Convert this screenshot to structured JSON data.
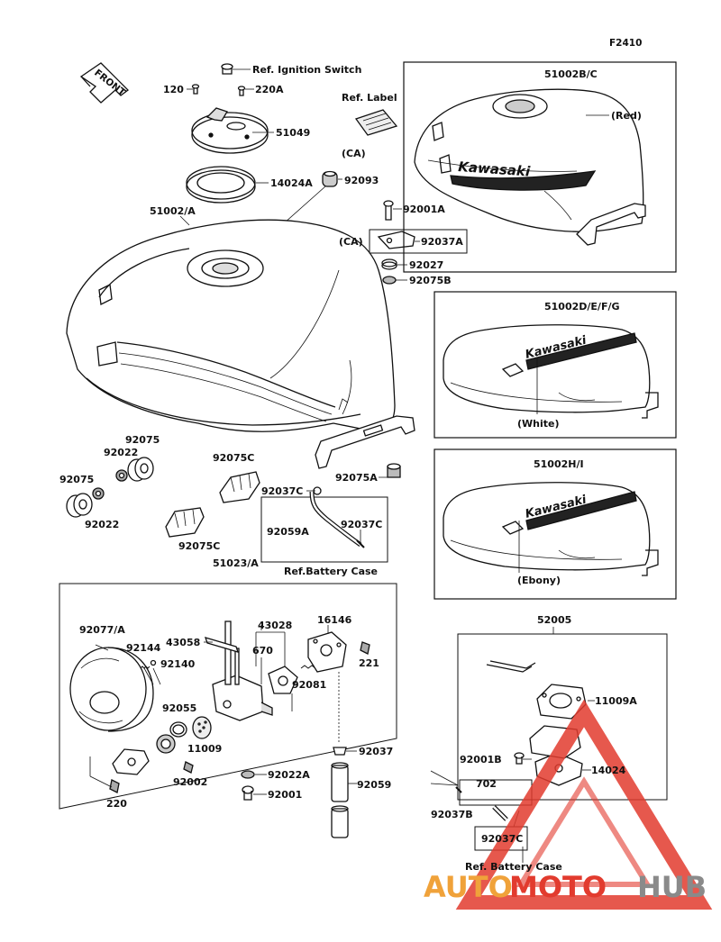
{
  "figure_code": "F2410",
  "front_label": "FRONT",
  "part_labels": {
    "ref_ignition_switch": "Ref. Ignition Switch",
    "p120": "120",
    "p220A": "220A",
    "ref_label": "Ref. Label",
    "p51049": "51049",
    "ca_upper": "(CA)",
    "p14024A": "14024A",
    "p92093": "92093",
    "p51002A": "51002/A",
    "p92001A": "92001A",
    "ca_lower": "(CA)",
    "p92037A": "92037A",
    "p92027": "92027",
    "p92075B": "92075B",
    "p92075_a": "92075",
    "p92022_a": "92022",
    "p92075_b": "92075",
    "p92022_b": "92022",
    "p92075C_a": "92075C",
    "p92075C_b": "92075C",
    "p92037C_a": "92037C",
    "p92075A": "92075A",
    "p92059A": "92059A",
    "p92037C_b": "92037C",
    "ref_battery_case_a": "Ref.Battery Case",
    "p51023A": "51023/A",
    "p92077A": "92077/A",
    "p92144": "92144",
    "p43058": "43058",
    "p43028": "43028",
    "p16146": "16146",
    "p670": "670",
    "p221": "221",
    "p92140": "92140",
    "p92081": "92081",
    "p92055": "92055",
    "p11009": "11009",
    "p92037": "92037",
    "p92002": "92002",
    "p92022A": "92022A",
    "p92001": "92001",
    "p92059": "92059",
    "p220": "220",
    "p52005": "52005",
    "p11009A": "11009A",
    "p92001B": "92001B",
    "p14024": "14024",
    "p702": "702",
    "p92037B": "92037B",
    "p92037C_c": "92037C",
    "ref_battery_case_b": "Ref. Battery Case"
  },
  "tank_variants": [
    {
      "part": "51002B/C",
      "color": "(Red)",
      "brand": "Kawasaki"
    },
    {
      "part": "51002D/E/F/G",
      "color": "(White)",
      "brand": "Kawasaki"
    },
    {
      "part": "51002H/I",
      "color": "(Ebony)",
      "brand": "Kawasaki"
    }
  ],
  "watermark": {
    "auto": "AUTO",
    "moto": "MOTO",
    "hub": "HUB"
  },
  "colors": {
    "ink": "#111111",
    "watermark_orange": "#f0a23a",
    "watermark_red": "#e23b2e",
    "watermark_grey": "#8a8a8a"
  }
}
